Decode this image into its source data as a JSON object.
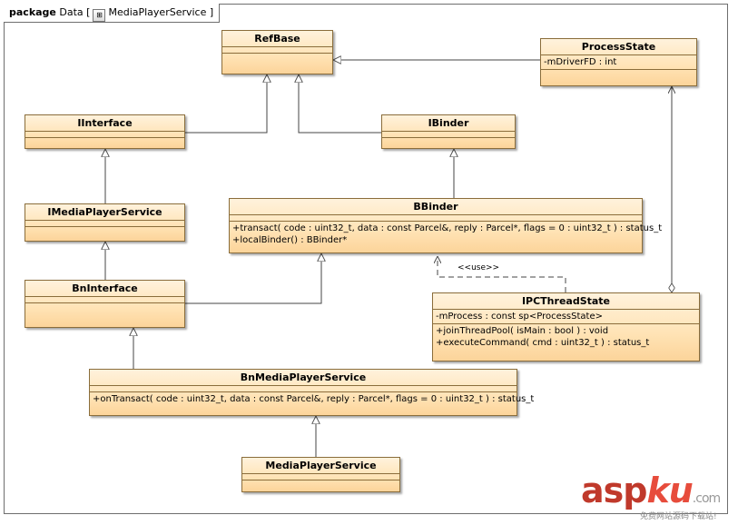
{
  "package_tab": {
    "keyword": "package",
    "name": "Data",
    "open_bracket": "[",
    "diagram_name": "MediaPlayerService",
    "close_bracket": "]"
  },
  "classes": {
    "refbase": {
      "name": "RefBase"
    },
    "processstate": {
      "name": "ProcessState",
      "attributes": [
        "-mDriverFD : int"
      ]
    },
    "iinterface": {
      "name": "IInterface"
    },
    "ibinder": {
      "name": "IBinder"
    },
    "imediaplayerservice": {
      "name": "IMediaPlayerService"
    },
    "bbinder": {
      "name": "BBinder",
      "operations": [
        "+transact( code : uint32_t, data : const Parcel&, reply : Parcel*, flags = 0 : uint32_t ) : status_t",
        "+localBinder() : BBinder*"
      ]
    },
    "bninterface": {
      "name": "BnInterface"
    },
    "ipcthreadstate": {
      "name": "IPCThreadState",
      "attributes": [
        "-mProcess : const sp<ProcessState>"
      ],
      "operations": [
        "+joinThreadPool( isMain : bool ) : void",
        "+executeCommand( cmd : uint32_t ) : status_t"
      ]
    },
    "bnmediaplayerservice": {
      "name": "BnMediaPlayerService",
      "operations": [
        "+onTransact( code : uint32_t, data : const Parcel&, reply : Parcel*, flags = 0 : uint32_t ) : status_t"
      ]
    },
    "mediaplayerservice": {
      "name": "MediaPlayerService"
    }
  },
  "stereotype_use": "<<use>>",
  "watermark": {
    "main": "asp",
    "ku": "ku",
    "com": ".com",
    "sub": "免费网站源码下载站!"
  }
}
